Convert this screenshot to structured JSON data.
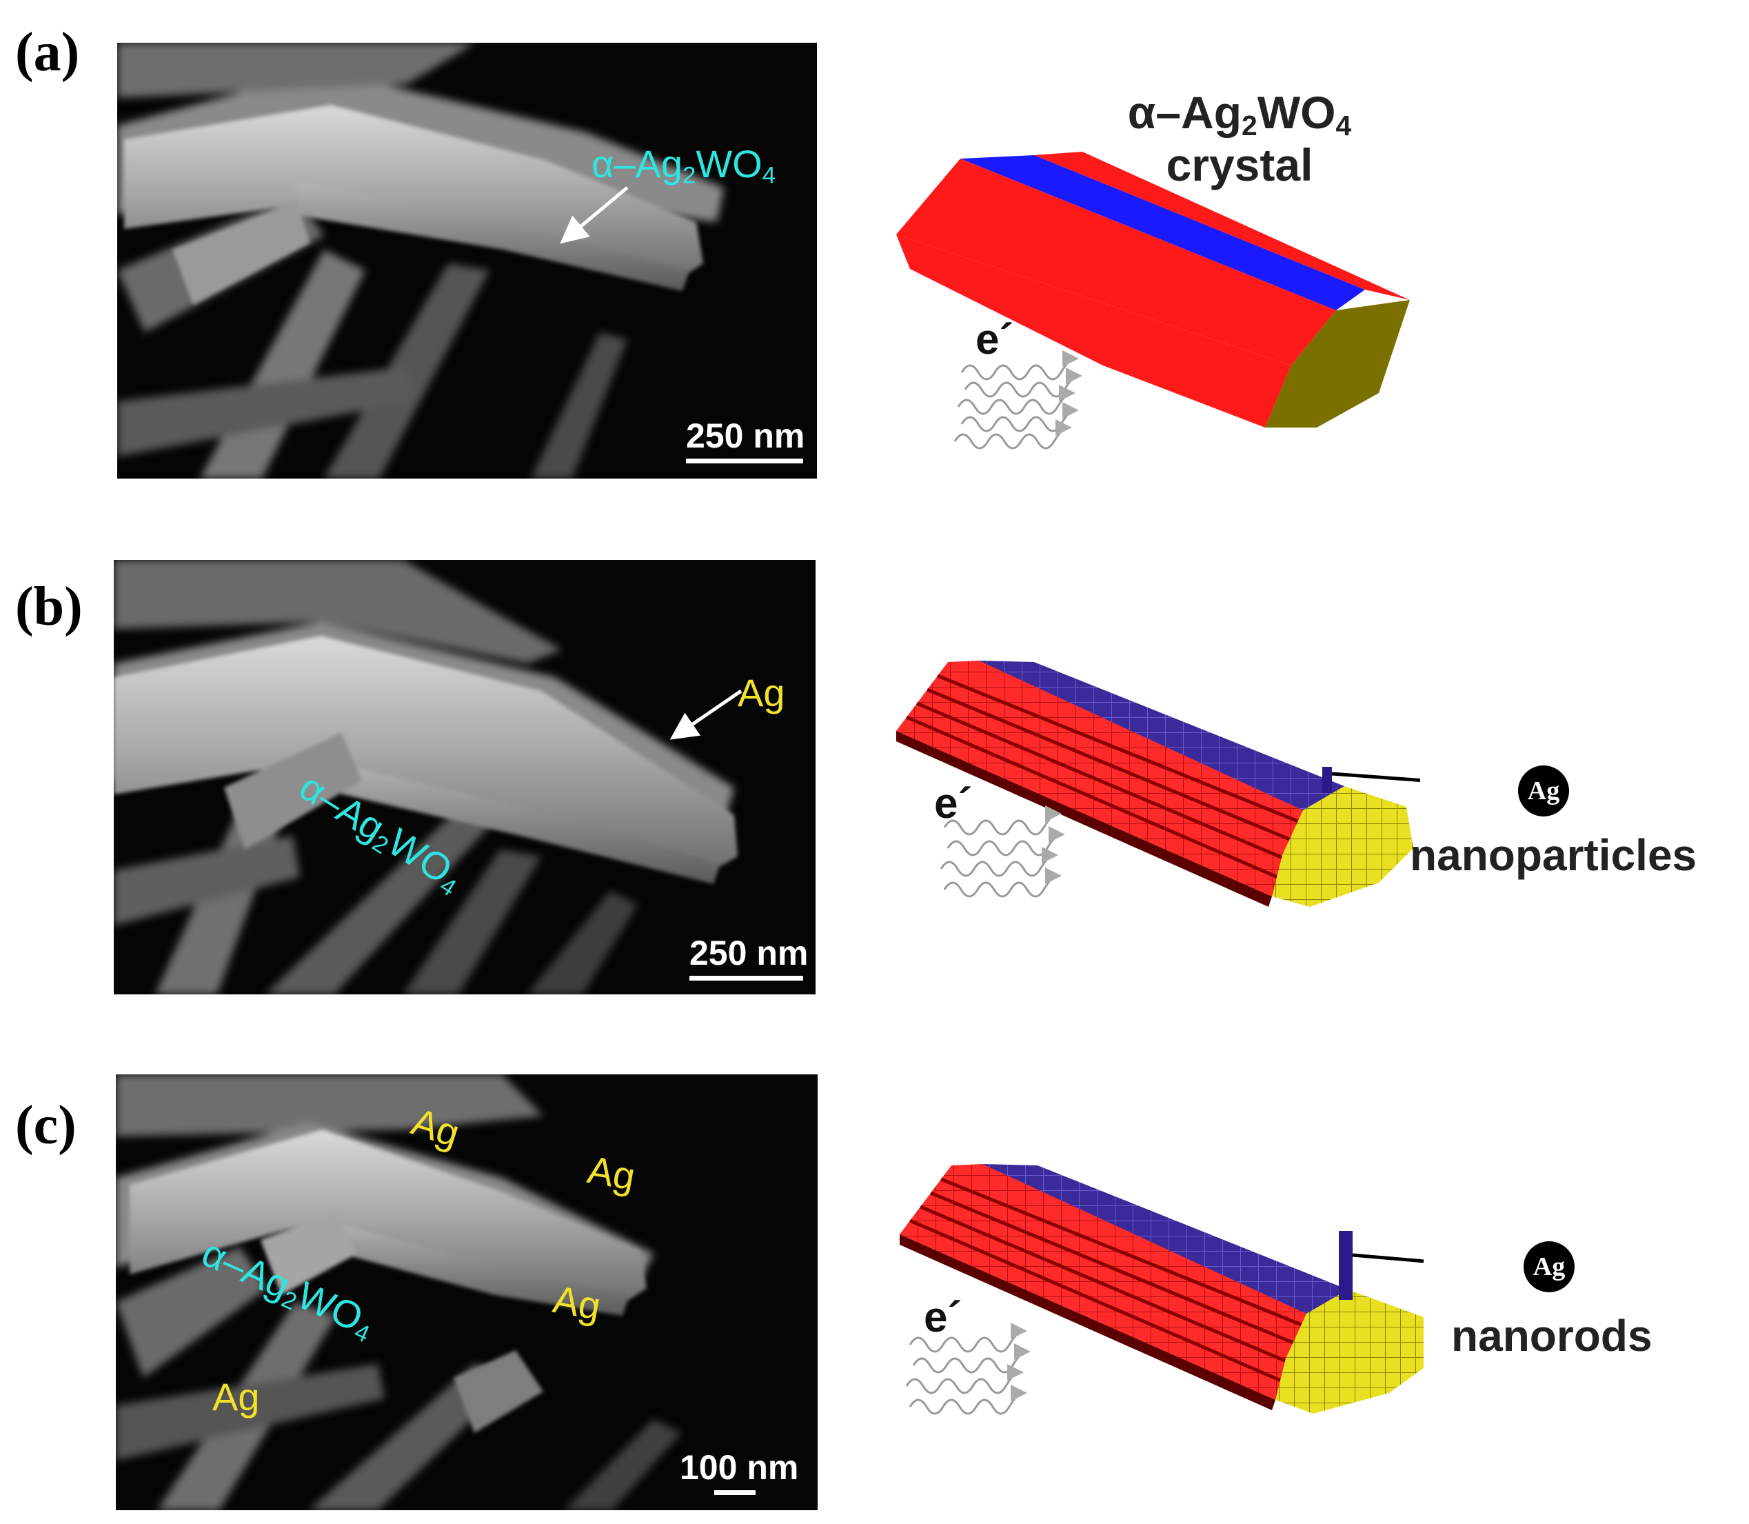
{
  "panels": [
    {
      "label": "(a)",
      "sem": {
        "labels": [
          {
            "pre": "α–Ag",
            "sub1": "2",
            "mid": "WO",
            "sub2": "4",
            "color": "cyan"
          }
        ],
        "scale_text": "250 nm"
      },
      "schematic": {
        "title_pre": "α–Ag",
        "title_sub1": "2",
        "title_mid": "WO",
        "title_sub2": "4",
        "title_line2": "crystal",
        "electron": "e´"
      }
    },
    {
      "label": "(b)",
      "sem": {
        "labels": [
          {
            "text": "Ag",
            "color": "yellow"
          },
          {
            "pre": "α–Ag",
            "sub1": "2",
            "mid": "WO",
            "sub2": "4",
            "color": "cyan"
          }
        ],
        "scale_text": "250 nm"
      },
      "schematic": {
        "electron": "e´",
        "badge": "Ag",
        "caption": "nanoparticles"
      }
    },
    {
      "label": "(c)",
      "sem": {
        "labels": [
          {
            "text": "Ag",
            "color": "yellow"
          },
          {
            "text": "Ag",
            "color": "yellow"
          },
          {
            "text": "Ag",
            "color": "yellow"
          },
          {
            "text": "Ag",
            "color": "yellow"
          },
          {
            "pre": "α–Ag",
            "sub1": "2",
            "mid": "WO",
            "sub2": "4",
            "color": "cyan"
          }
        ],
        "scale_text": "100 nm"
      },
      "schematic": {
        "electron": "e´",
        "badge": "Ag",
        "caption": "nanorods"
      }
    }
  ],
  "colors": {
    "crystal_red": "#ff1a1a",
    "crystal_blue": "#1a1aff",
    "crystal_yellow": "#7a7000",
    "grid_blue": "#3a2a9a",
    "grid_yellow": "#e8e020",
    "label_cyan": "#2ee6e0",
    "label_yellow": "#f2e22a"
  }
}
